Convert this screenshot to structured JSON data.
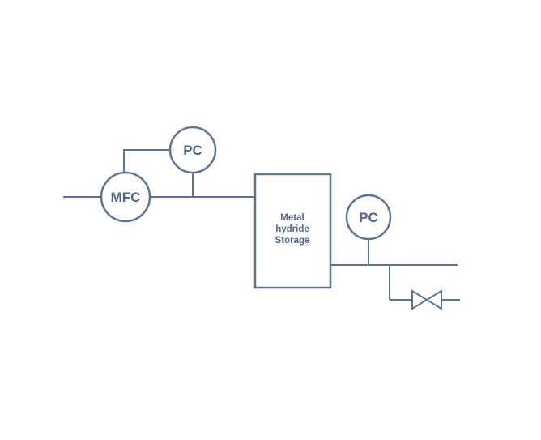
{
  "colors": {
    "line": "#5d7495",
    "label": "#4f6689"
  },
  "diagram": {
    "mfc_label": "MFC",
    "pc1_label": "PC",
    "pc2_label": "PC",
    "storage_label": {
      "line1": "Metal",
      "line2": "hydride",
      "line3": "Storage"
    }
  }
}
